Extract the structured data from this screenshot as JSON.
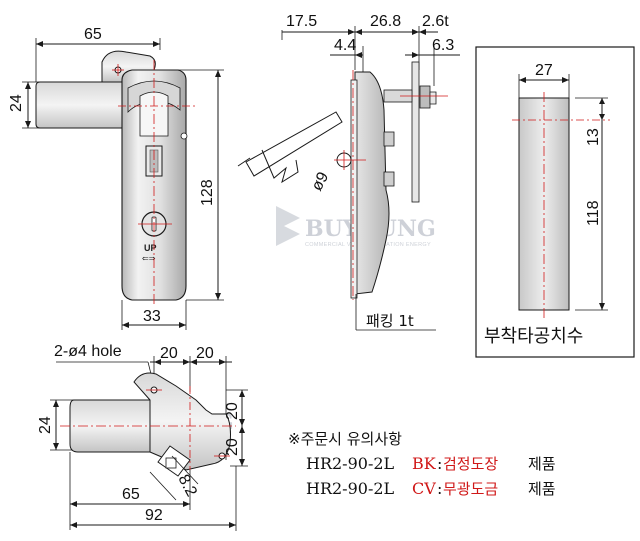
{
  "front_view": {
    "dim_width_top": "65",
    "dim_height_left": "24",
    "dim_height_right": "128",
    "dim_width_bottom": "33",
    "up_mark": "UP",
    "up_arrow": "⇐⇒"
  },
  "side_view": {
    "dim_17_5": "17.5",
    "dim_26_8": "26.8",
    "dim_2_6t": "2.6t",
    "dim_4_4": "4.4",
    "dim_6_3": "6.3",
    "dim_phi9": "ø9",
    "packing_label": "패킹 1t"
  },
  "cutout": {
    "dim_width": "27",
    "dim_13": "13",
    "dim_118": "118",
    "title": "부착타공치수"
  },
  "top_view": {
    "hole_label": "2-ø4 hole",
    "dim_20_a": "20",
    "dim_20_b": "20",
    "dim_24": "24",
    "dim_20_c": "20",
    "dim_20_d": "20",
    "dim_8_2": "8.2",
    "dim_65": "65",
    "dim_92": "92"
  },
  "notes": {
    "heading": "※주문시 유의사항",
    "line1_model": "HR2-90-2L",
    "line1_code": "BK",
    "line1_colon": ":",
    "line1_finish": "검정도장",
    "line1_suffix": "제품",
    "line2_model": "HR2-90-2L",
    "line2_code": "CV",
    "line2_colon": ":",
    "line2_finish": "무광도금",
    "line2_suffix": "제품"
  },
  "watermark": {
    "brand": "BUYOUNG",
    "tagline": "COMMERCIAL VALUE & CREATION ENERGY"
  },
  "colors": {
    "line": "#1a1a1a",
    "centerline": "#d01818",
    "metal_light": "#eeeeee",
    "metal_mid": "#cfcfcf",
    "metal_dark": "#9a9a9a",
    "note_red": "#d01818",
    "watermark": "#c9cdd4"
  }
}
